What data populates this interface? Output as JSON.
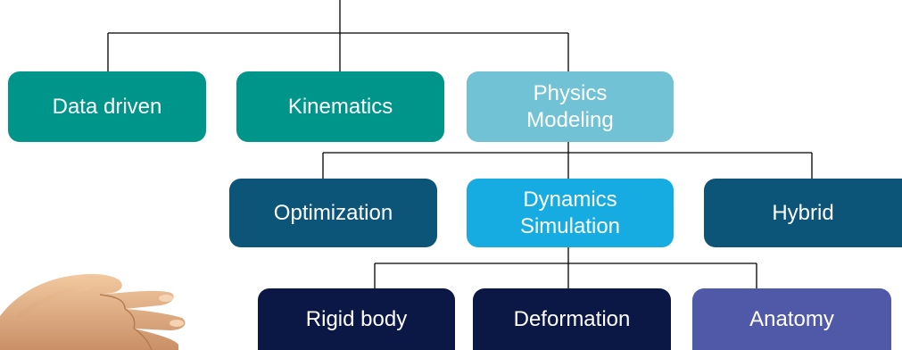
{
  "colors": {
    "teal": "#00958A",
    "light_blue": "#70C2D4",
    "dark_teal": "#0C5578",
    "sky_blue": "#17ACE1",
    "navy": "#0B1845",
    "purple": "#5059A8",
    "connector": "#000000"
  },
  "tree": {
    "level1": {
      "data_driven": "Data driven",
      "kinematics": "Kinematics",
      "physics_modeling": "Physics\nModeling"
    },
    "level2": {
      "optimization": "Optimization",
      "dynamics_simulation": "Dynamics\nSimulation",
      "hybrid": "Hybrid"
    },
    "level3": {
      "rigid_body": "Rigid body",
      "deformation": "Deformation",
      "anatomy": "Anatomy"
    }
  },
  "illustration": {
    "icon": "hand-icon"
  }
}
